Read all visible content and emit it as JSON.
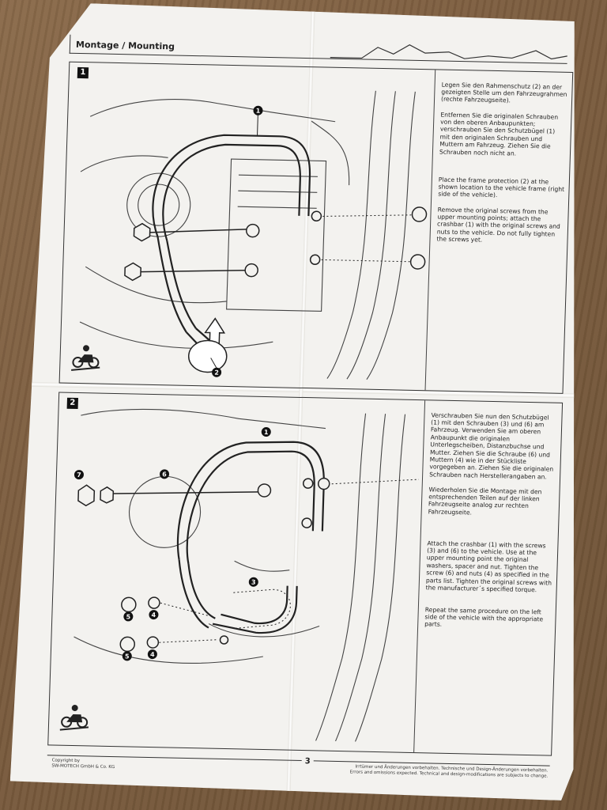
{
  "header": {
    "title": "Montage / Mounting"
  },
  "step1": {
    "number": "1",
    "text_de_1": "Legen Sie den Rahmenschutz (2) an der gezeigten Stelle um den Fahrzeugrahmen (rechte Fahrzeugseite).",
    "text_de_2": "Entfernen Sie die originalen Schrauben von den oberen Anbaupunkten; verschrauben Sie den Schutzbügel (1) mit den originalen Schrauben und Muttern am Fahrzeug. Ziehen Sie die Schrauben noch nicht an.",
    "text_en_1": "Place the frame protection (2) at the shown location to the vehicle frame (right side of the vehicle).",
    "text_en_2": "Remove the original screws from the upper mounting points; attach the crashbar (1) with the original screws and nuts to the vehicle. Do not fully tighten the screws yet.",
    "callouts": [
      "1",
      "2"
    ]
  },
  "step2": {
    "number": "2",
    "text_de_1": "Verschrauben Sie nun den Schutzbügel (1) mit den Schrauben (3) und (6) am Fahrzeug. Verwenden Sie am oberen Anbaupunkt die originalen Unterlegscheiben, Distanzbuchse und Mutter. Ziehen Sie die Schraube (6) und Muttern (4) wie in der Stückliste vorgegeben an. Ziehen Sie die originalen Schrauben nach Herstellerangaben an.",
    "text_de_2": "Wiederholen Sie die Montage mit den entsprechenden Teilen auf der linken Fahrzeugseite analog zur rechten Fahrzeugseite.",
    "text_en_1": "Attach the crashbar (1) with the screws (3) and (6) to the vehicle. Use at the upper mounting point the original washers, spacer and nut. Tighten the screw (6) and nuts (4) as specified in the parts list. Tighten the original screws with the manufacturer´s specified torque.",
    "text_en_2": "Repeat the same procedure on the left side of the vehicle with the appropriate parts.",
    "callouts": [
      "1",
      "3",
      "4",
      "4",
      "5",
      "5",
      "6",
      "7"
    ]
  },
  "footer": {
    "copyright_line1": "Copyright by",
    "copyright_line2": "SW-MOTECH GmbH & Co. KG",
    "page_number": "3",
    "disclaimer_de": "Irrtümer und Änderungen vorbehalten. Technische und Design-Änderungen vorbehalten.",
    "disclaimer_en": "Errors and omissions expected. Technical and design-modifications are subjects to change."
  },
  "colors": {
    "paper": "#f3f2ef",
    "ink": "#222222",
    "wood": "#7b5c3e"
  }
}
